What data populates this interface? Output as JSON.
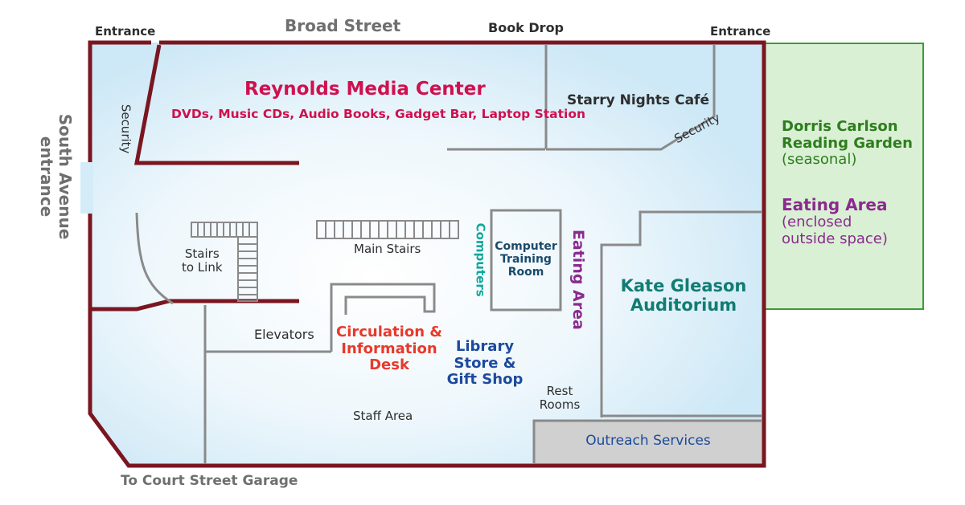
{
  "streets": {
    "broad": "Broad Street",
    "south_line1": "South Avenue",
    "south_line2": "entrance",
    "court": "To Court Street Garage"
  },
  "entrances": {
    "left": "Entrance",
    "right": "Entrance",
    "book_drop": "Book Drop"
  },
  "media_center": {
    "title": "Reynolds Media Center",
    "subtitle": "DVDs, Music CDs, Audio Books, Gadget Bar, Laptop Station"
  },
  "security_left": "Security",
  "security_right": "Security",
  "cafe": "Starry Nights Café",
  "garden": {
    "line1": "Dorris Carlson",
    "line2": "Reading Garden",
    "line3": "(seasonal)"
  },
  "eating_outside": {
    "title": "Eating Area",
    "line2": "(enclosed",
    "line3": "outside space)"
  },
  "eating_inside": "Eating Area",
  "stairs_link": {
    "line1": "Stairs",
    "line2": "to Link"
  },
  "main_stairs": "Main Stairs",
  "computers": "Computers",
  "training": {
    "line1": "Computer",
    "line2": "Training",
    "line3": "Room"
  },
  "auditorium": {
    "line1": "Kate Gleason",
    "line2": "Auditorium"
  },
  "elevators": "Elevators",
  "circulation": {
    "line1": "Circulation &",
    "line2": "Information",
    "line3": "Desk"
  },
  "store": {
    "line1": "Library",
    "line2": "Store &",
    "line3": "Gift Shop"
  },
  "restrooms": {
    "line1": "Rest",
    "line2": "Rooms"
  },
  "staff": "Staff Area",
  "outreach": "Outreach Services",
  "colors": {
    "wall": "#7a1620",
    "interior_edge": "#d3ecf8",
    "interior_center": "#ffffff",
    "garden_fill": "#d9f0d4",
    "garden_border": "#3f9a3a",
    "partition": "#8a8a8a",
    "outreach_fill": "#d0d0d0"
  }
}
